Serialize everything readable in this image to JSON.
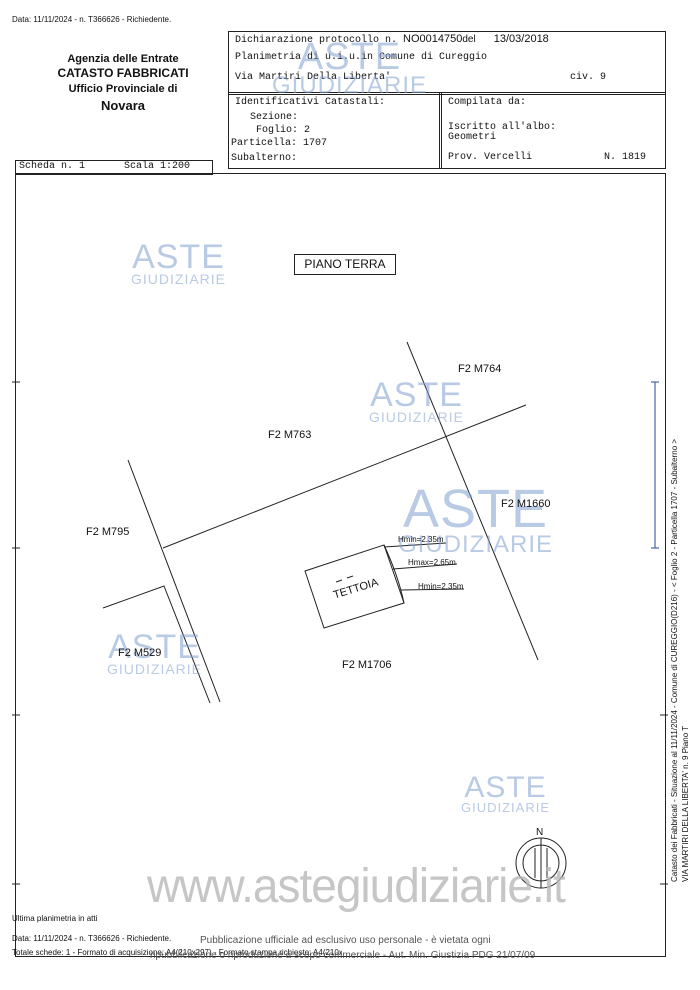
{
  "top_line": "Data: 11/11/2024 - n. T366626 - Richiedente.",
  "agency": {
    "line1": "Agenzia delle Entrate",
    "line2": "CATASTO FABBRICATI",
    "line3": "Ufficio Provinciale di",
    "line4": "Novara"
  },
  "protocol": {
    "label": "Dichiarazione protocollo n.",
    "number": "NO0014750",
    "del_label": "del",
    "date": "13/03/2018"
  },
  "planimetria": "Planimetria di u.i.u.in Comune di Cureggio",
  "address": "Via Martiri Della Liberta'",
  "civ": "civ. 9",
  "ident": {
    "title": "Identificativi Catastali:",
    "sezione": "Sezione:",
    "foglio": "Foglio: 2",
    "particella": "Particella: 1707",
    "subalterno": "Subalterno:"
  },
  "compilata": {
    "title": "Compilata da:",
    "iscritto": "Iscritto all'albo:",
    "geometri": "Geometri",
    "prov": "Prov. Vercelli",
    "n": "N. 1819"
  },
  "scheda": "Scheda n. 1",
  "scala": "Scala 1:200",
  "watermark": {
    "aste": "ASTE",
    "giudiziarie": "GIUDIZIARIE"
  },
  "plan": {
    "title": "PIANO TERRA",
    "parcels": [
      "F2 M764",
      "F2 M763",
      "F2 M1660",
      "F2 M795",
      "F2 M529",
      "F2 M1706"
    ],
    "tettoia": "TETTOIA",
    "hmin1": "Hmin=2.35m",
    "hmax": "Hmax=2.65m",
    "hmin2": "Hmin=2.35m",
    "north": "N"
  },
  "website": "www.astegiudiziarie.it",
  "footer": {
    "ultima": "Ultima planimetria in atti",
    "data": "Data: 11/11/2024 - n. T366626 - Richiedente.",
    "totale": "Totale schede: 1 - Formato di acquisizione: A4(210x297) - Formato stampa richiesto: A4(210x297)",
    "pub1": "Pubblicazione ufficiale ad esclusivo uso personale - è vietata ogni",
    "pub2": "ripubblicazione o riproduzione a scopo commerciale - Aut. Min. Giustizia PDG 21/07/09"
  },
  "side_text": {
    "line1": "Catasto dei Fabbricati - Situazione al 11/11/2024 - Comune di CUREGGIO(D216) - < Foglio 2 - Particella 1707 - Subalterno >",
    "line2": "VIA MARTIRI DELLA LIBERTA' n. 9 Piano T"
  }
}
